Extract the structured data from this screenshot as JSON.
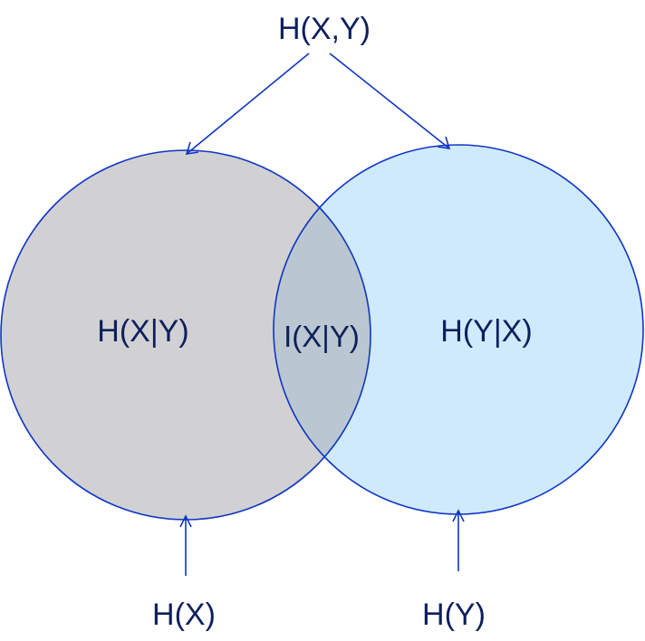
{
  "labels": {
    "joint": "H(X,Y)",
    "cond_x_given_y": "H(X|Y)",
    "mutual": "I(X|Y)",
    "cond_y_given_x": "H(Y|X)",
    "entropy_x": "H(X)",
    "entropy_y": "H(Y)"
  },
  "colors": {
    "circle_x_fill": "#d1d1d3",
    "circle_y_fill": "#cfeafc",
    "overlap_fill": "#bac7d1",
    "stroke": "#1035c4",
    "text": "#0d1f5c"
  }
}
